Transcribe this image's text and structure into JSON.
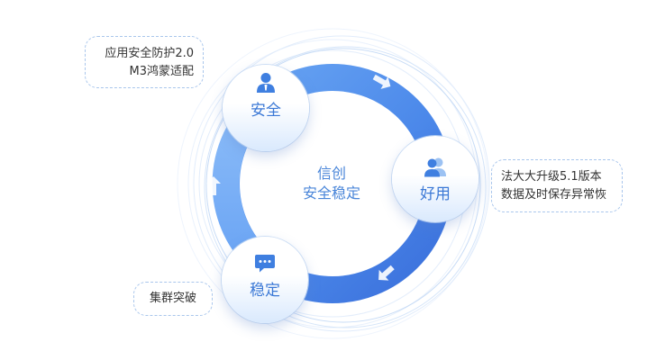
{
  "center": {
    "line1": "信创",
    "line2": "安全稳定"
  },
  "nodes": {
    "security": {
      "label": "安全",
      "icon": "user-icon"
    },
    "good": {
      "label": "好用",
      "icon": "users-icon"
    },
    "stable": {
      "label": "稳定",
      "icon": "chat-bubble-icon"
    }
  },
  "callouts": {
    "security": {
      "line1": "应用安全防护2.0",
      "line2": "M3鸿蒙适配"
    },
    "good": {
      "line1": "法大大升级5.1版本",
      "line2": "数据及时保存异常恢"
    },
    "stable": {
      "line1": "集群突破"
    }
  },
  "colors": {
    "ring_start": "#5a9bf1",
    "ring_end": "#3d74dc",
    "label": "#3c79d6",
    "dashed_border": "#a9c6ec"
  }
}
